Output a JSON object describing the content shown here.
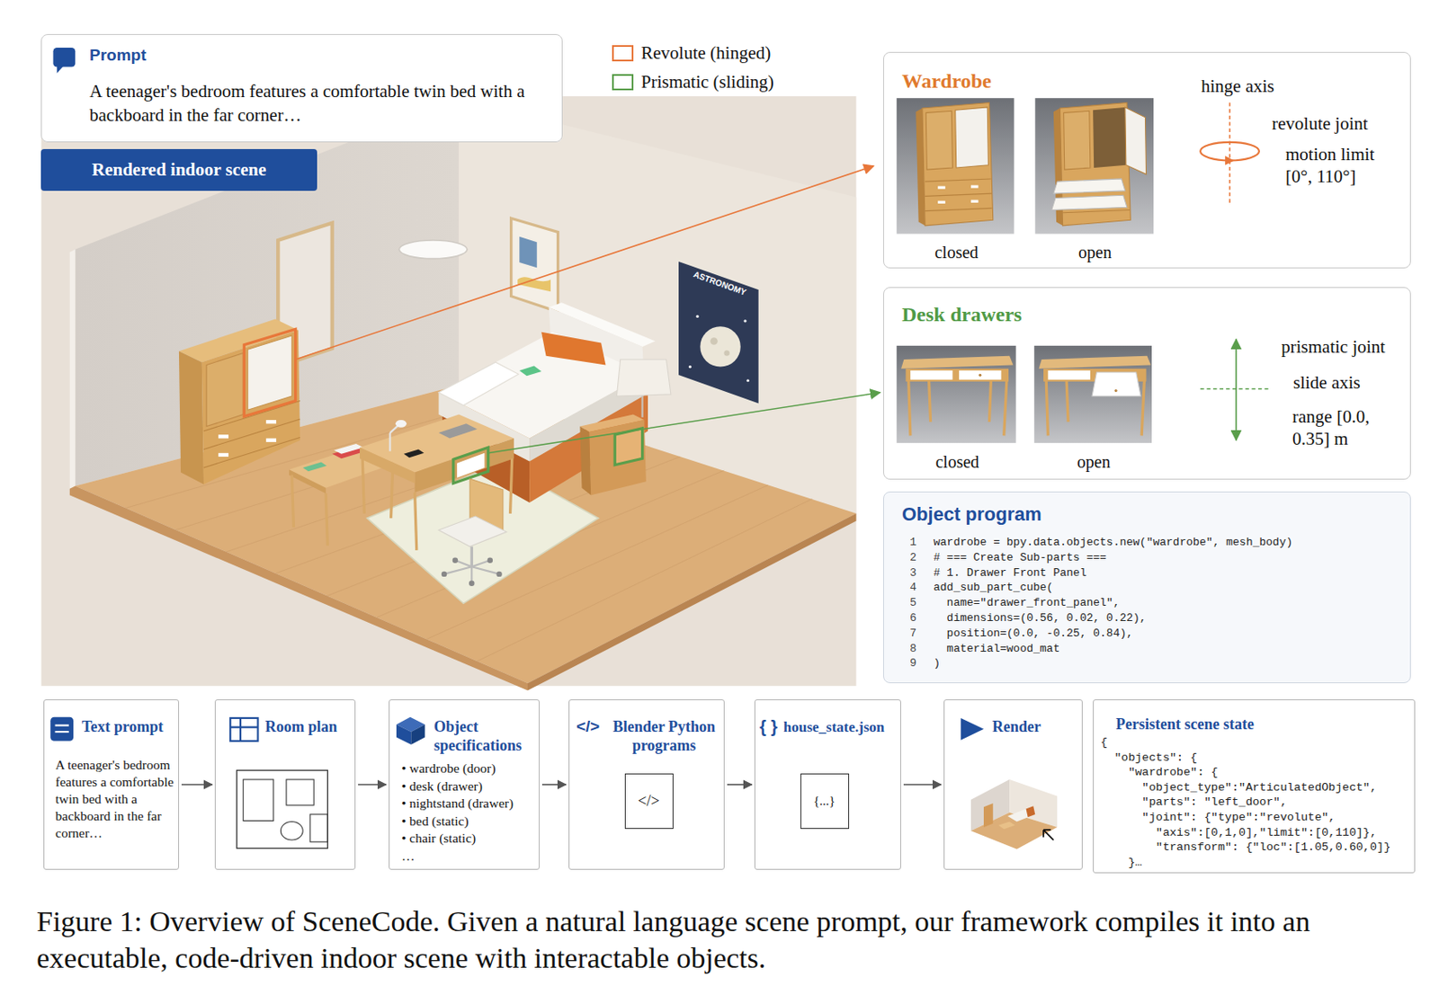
{
  "diagram": {
    "caption": "Figure 1: Overview of SceneCode. Given a natural language scene prompt, our framework compiles it into an executable, code-driven indoor scene with interactable objects.",
    "nodes": [
      {
        "text": [
          "Prompt",
          "A teenager's bedroom features a comfortable twin bed with a backboard in the far corner…"
        ]
      },
      {
        "text": [
          "Rendered indoor scene"
        ]
      },
      {
        "text": [
          "Wardrobe",
          "closed",
          "open",
          "hinge axis",
          "revolute joint",
          "motion limit [0°, 110°]"
        ]
      },
      {
        "text": [
          "Desk drawers",
          "closed",
          "open",
          "prismatic joint",
          "slide axis",
          "range [0.0, 0.35] m"
        ]
      },
      {
        "text": [
          "Object program",
          "1",
          "wardrobe = bpy.data.objects.new(\"wardrobe\", mesh_body)",
          "2",
          "# === Create Sub-parts ===",
          "3",
          "# 1. Drawer Front Panel",
          "4",
          "add_sub_part_cube(",
          "5",
          "  name=\"drawer_front_panel\",",
          "6",
          "  dimensions=(0.56, 0.02, 0.22),",
          "7",
          "  position=(0.0, -0.25, 0.84),",
          "8",
          "  material=wood_mat",
          "9",
          ")"
        ]
      },
      {
        "text": [
          "Text prompt",
          "A teenager's bedroom features a comfortable twin bed with a backboard in the far corner…"
        ]
      },
      {
        "text": [
          "Room plan"
        ]
      },
      {
        "text": [
          "Object specifications",
          "• wardrobe (door)",
          "• desk (drawer)",
          "• nightstand (drawer)",
          "• bed (static)",
          "• chair (static)",
          "…"
        ]
      },
      {
        "text": [
          "</>",
          "Blender Python programs"
        ]
      },
      {
        "text": [
          "</>"
        ],
        "in": 8
      },
      {
        "text": [
          "{ }",
          "house_state.json"
        ]
      },
      {
        "text": [
          "{...}"
        ],
        "in": 10
      },
      {
        "text": [
          "Render"
        ]
      },
      {
        "text": [
          "Persistent scene state",
          "{",
          "  \"objects\": {",
          "    \"wardrobe\": {",
          "      \"object_type\":\"ArticulatedObject\",",
          "      \"parts\": \"left_door\",",
          "      \"joint\": {\"type\":\"revolute\",",
          "        \"axis\":[0,1,0],\"limit\":[0,110]},",
          "        \"transform\": {\"loc\":[1.05,0.60,0]}",
          "    }…"
        ]
      }
    ],
    "edges": [
      {
        "from": 5,
        "to": 6,
        "arrow": "to"
      },
      {
        "from": 6,
        "to": 7,
        "arrow": "to"
      },
      {
        "from": 7,
        "to": 8,
        "arrow": "to"
      },
      {
        "from": 8,
        "to": 10,
        "arrow": "to"
      },
      {
        "from": 10,
        "to": 12,
        "arrow": "to"
      }
    ],
    "labels": [
      "ASTRONOMY"
    ],
    "legend": [
      {
        "text": "Revolute (hinged)",
        "color": "#e8773a"
      },
      {
        "text": "Prismatic (sliding)",
        "color": "#5a9e4b"
      }
    ]
  }
}
